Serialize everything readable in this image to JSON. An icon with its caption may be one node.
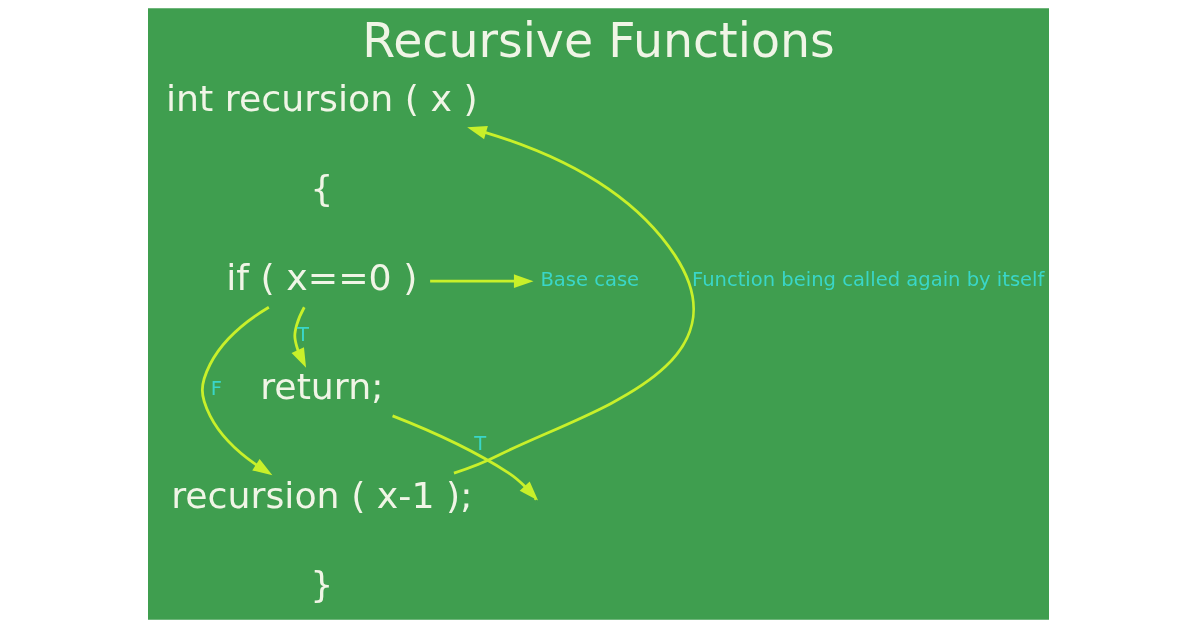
{
  "diagram": {
    "title": "Recursive Functions",
    "nodes": [
      {
        "text": [
          "int recursion ( x )"
        ]
      },
      {
        "text": [
          "{"
        ]
      },
      {
        "text": [
          "if ( x==0 )"
        ]
      },
      {
        "text": [
          "return;"
        ]
      },
      {
        "text": [
          "recursion ( x-1 );"
        ]
      },
      {
        "text": [
          "}"
        ]
      },
      {
        "text": [
          "Base case"
        ]
      }
    ],
    "edges": [
      {
        "from": 2,
        "to": 6,
        "arrow": "to"
      },
      {
        "from": 2,
        "to": 3,
        "arrow": "to",
        "label": "T"
      },
      {
        "from": 2,
        "to": 4,
        "arrow": "to",
        "label": "F"
      },
      {
        "from": 3,
        "to": null,
        "arrow": "to",
        "label": "T"
      },
      {
        "from": 4,
        "to": 0,
        "arrow": "to",
        "label": "Function being called again by itself"
      }
    ]
  }
}
